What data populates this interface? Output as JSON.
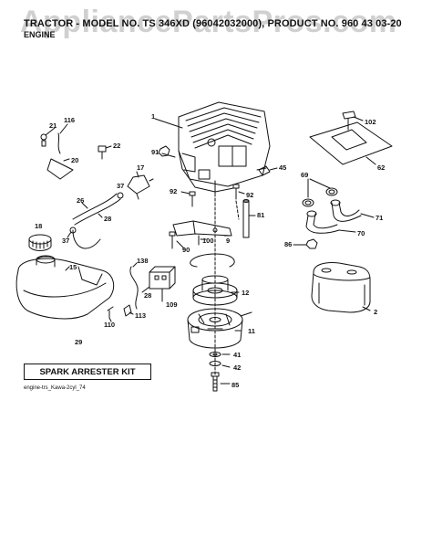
{
  "header": {
    "title": "TRACTOR - MODEL NO. TS 346XD (96042032000), PRODUCT NO. 960 43 03-20",
    "subtitle": "ENGINE"
  },
  "watermark": "AppliancePartsPros.com",
  "callouts": {
    "c1": "1",
    "c2": "2",
    "c9": "9",
    "c11": "11",
    "c12": "12",
    "c15": "15",
    "c17": "17",
    "c18": "18",
    "c20": "20",
    "c21": "21",
    "c22": "22",
    "c26": "26",
    "c28": "28",
    "c29": "29",
    "c37a": "37",
    "c37b": "37",
    "c41": "41",
    "c42": "42",
    "c45": "45",
    "c62": "62",
    "c69": "69",
    "c70": "70",
    "c71": "71",
    "c81": "81",
    "c85": "85",
    "c86": "86",
    "c90": "90",
    "c91": "91",
    "c92a": "92",
    "c92b": "92",
    "c100": "100",
    "c102": "102",
    "c109": "109",
    "c110": "110",
    "c113": "113",
    "c116": "116",
    "c138": "138"
  },
  "kit": {
    "number": "29",
    "label": "SPARK ARRESTER KIT"
  },
  "footnote": "engine-trs_Kawa-2cyl_74"
}
